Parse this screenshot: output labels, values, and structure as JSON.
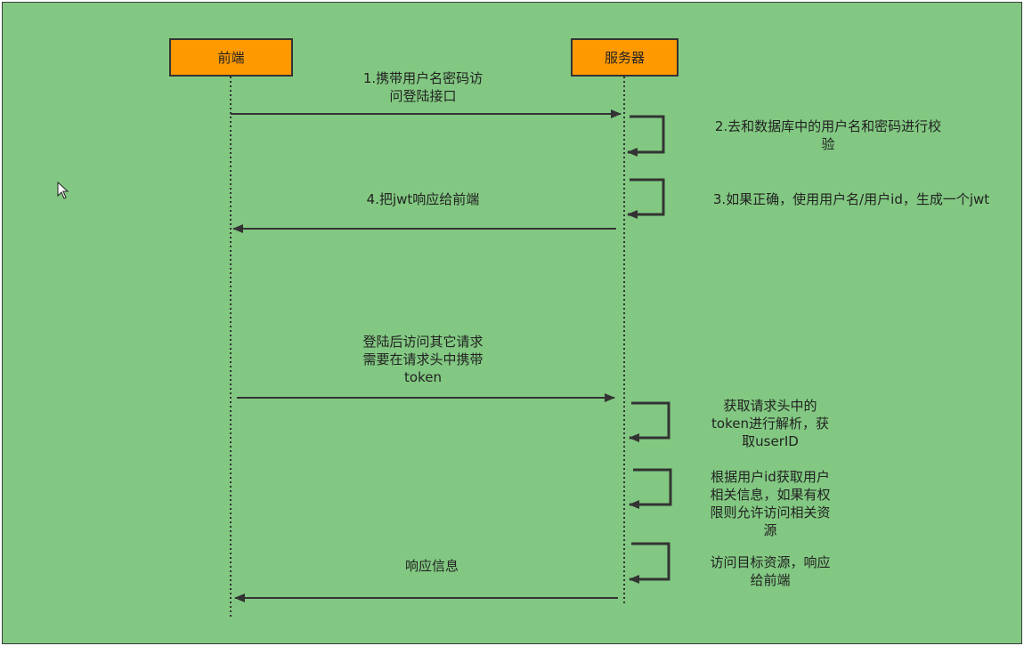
{
  "actors": {
    "frontend": "前端",
    "server": "服务器"
  },
  "messages": {
    "m1": "1.携带用户名密码访\n问登陆接口",
    "m2": "2.去和数据库中的用户名和密码进行校\n验",
    "m3": "3.如果正确，使用用户名/用户id，生成一个jwt",
    "m4": "4.把jwt响应给前端",
    "m5": "登陆后访问其它请求\n需要在请求头中携带\ntoken",
    "m6": "获取请求头中的\ntoken进行解析，获\n取userID",
    "m7": "根据用户id获取用户\n相关信息，如果有权\n限则允许访问相关资\n源",
    "m8": "访问目标资源，响应\n给前端",
    "m9": "响应信息"
  },
  "colors": {
    "background": "#82c882",
    "actor_fill": "#ff9900",
    "line": "#333333"
  }
}
